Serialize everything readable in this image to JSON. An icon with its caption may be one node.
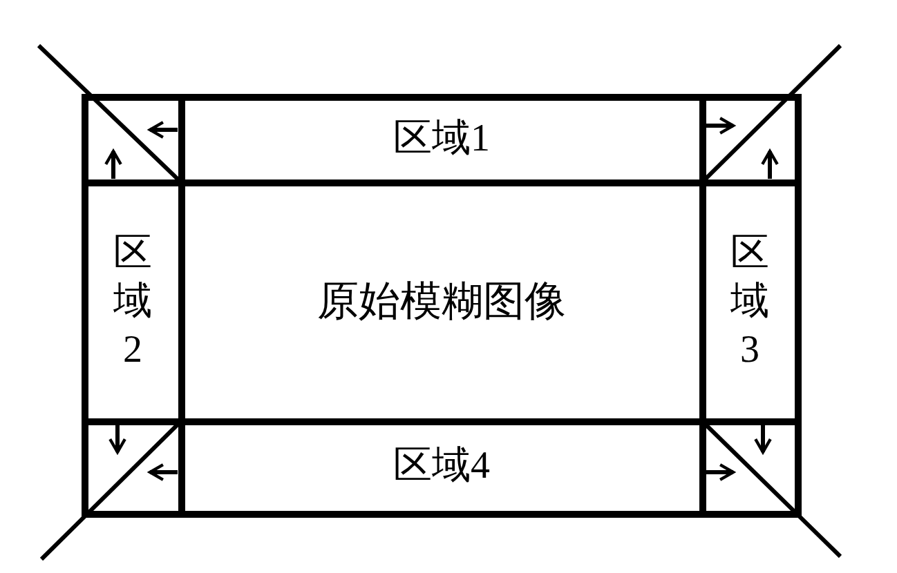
{
  "diagram": {
    "nodes": [
      {
        "text": [],
        "shape": "box"
      },
      {
        "text": [
          "区域1"
        ]
      },
      {
        "text": [],
        "shape": "box"
      },
      {
        "text": [
          "区域2"
        ]
      },
      {
        "text": [
          "原始模糊图像"
        ]
      },
      {
        "text": [
          "区域3"
        ]
      },
      {
        "text": [],
        "shape": "box"
      },
      {
        "text": [
          "区域4"
        ]
      },
      {
        "text": [],
        "shape": "box"
      }
    ],
    "edges": [
      {
        "from": 1,
        "to": 0,
        "arrow": "to"
      },
      {
        "from": 3,
        "to": 0,
        "arrow": "to"
      },
      {
        "from": 1,
        "to": 2,
        "arrow": "to"
      },
      {
        "from": 5,
        "to": 2,
        "arrow": "to"
      },
      {
        "from": 3,
        "to": 6,
        "arrow": "to"
      },
      {
        "from": 7,
        "to": 6,
        "arrow": "to"
      },
      {
        "from": 5,
        "to": 8,
        "arrow": "to"
      },
      {
        "from": 7,
        "to": 8,
        "arrow": "to"
      }
    ]
  }
}
